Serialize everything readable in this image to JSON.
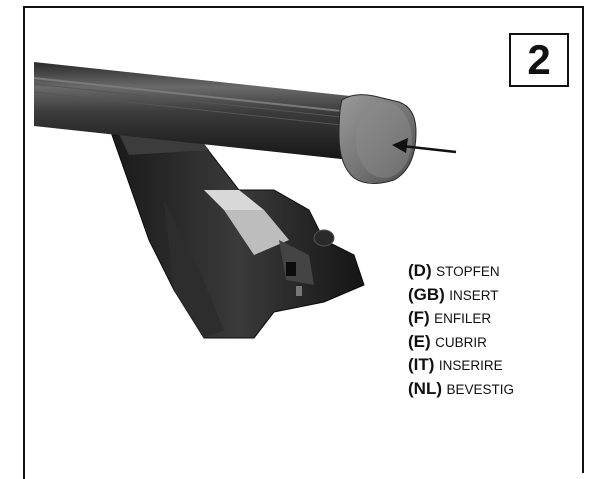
{
  "step_number": "2",
  "labels": [
    {
      "code": "(D)",
      "word": "STOPFEN"
    },
    {
      "code": "(GB)",
      "word": "INSERT"
    },
    {
      "code": "(F)",
      "word": "ENFILER"
    },
    {
      "code": "(E)",
      "word": "CUBRIR"
    },
    {
      "code": "(IT)",
      "word": "INSERIRE"
    },
    {
      "code": "(NL)",
      "word": "BEVESTIG"
    }
  ]
}
